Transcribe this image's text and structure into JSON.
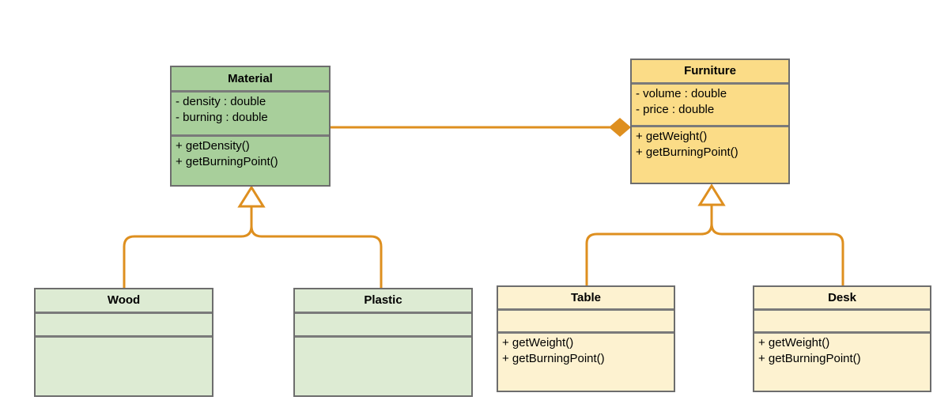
{
  "diagram_type": "UML class diagram",
  "classes": {
    "material": {
      "name": "Material",
      "attributes": [
        "- density : double",
        "- burning : double"
      ],
      "methods": [
        "+ getDensity()",
        "+ getBurningPoint()"
      ]
    },
    "furniture": {
      "name": "Furniture",
      "attributes": [
        "- volume : double",
        "- price : double"
      ],
      "methods": [
        "+ getWeight()",
        "+ getBurningPoint()"
      ]
    },
    "wood": {
      "name": "Wood",
      "attributes": [],
      "methods": []
    },
    "plastic": {
      "name": "Plastic",
      "attributes": [],
      "methods": []
    },
    "table": {
      "name": "Table",
      "attributes": [],
      "methods": [
        "+ getWeight()",
        "+ getBurningPoint()"
      ]
    },
    "desk": {
      "name": "Desk",
      "attributes": [],
      "methods": [
        "+ getWeight()",
        "+ getBurningPoint()"
      ]
    }
  },
  "relationships": [
    {
      "type": "composition",
      "from": "Material",
      "to": "Furniture",
      "diamond_at": "Furniture"
    },
    {
      "type": "generalization",
      "from": "Wood",
      "to": "Material"
    },
    {
      "type": "generalization",
      "from": "Plastic",
      "to": "Material"
    },
    {
      "type": "generalization",
      "from": "Table",
      "to": "Furniture"
    },
    {
      "type": "generalization",
      "from": "Desk",
      "to": "Furniture"
    }
  ],
  "colors": {
    "connector_orange": "#DE8F1F",
    "material_fill": "#A8CF9B",
    "subclass_green_fill": "#DDEBD3",
    "furniture_fill": "#FBDC87",
    "subclass_yellow_fill": "#FDF2D0",
    "border_gray": "#757575",
    "background": "#FFFFFF"
  }
}
